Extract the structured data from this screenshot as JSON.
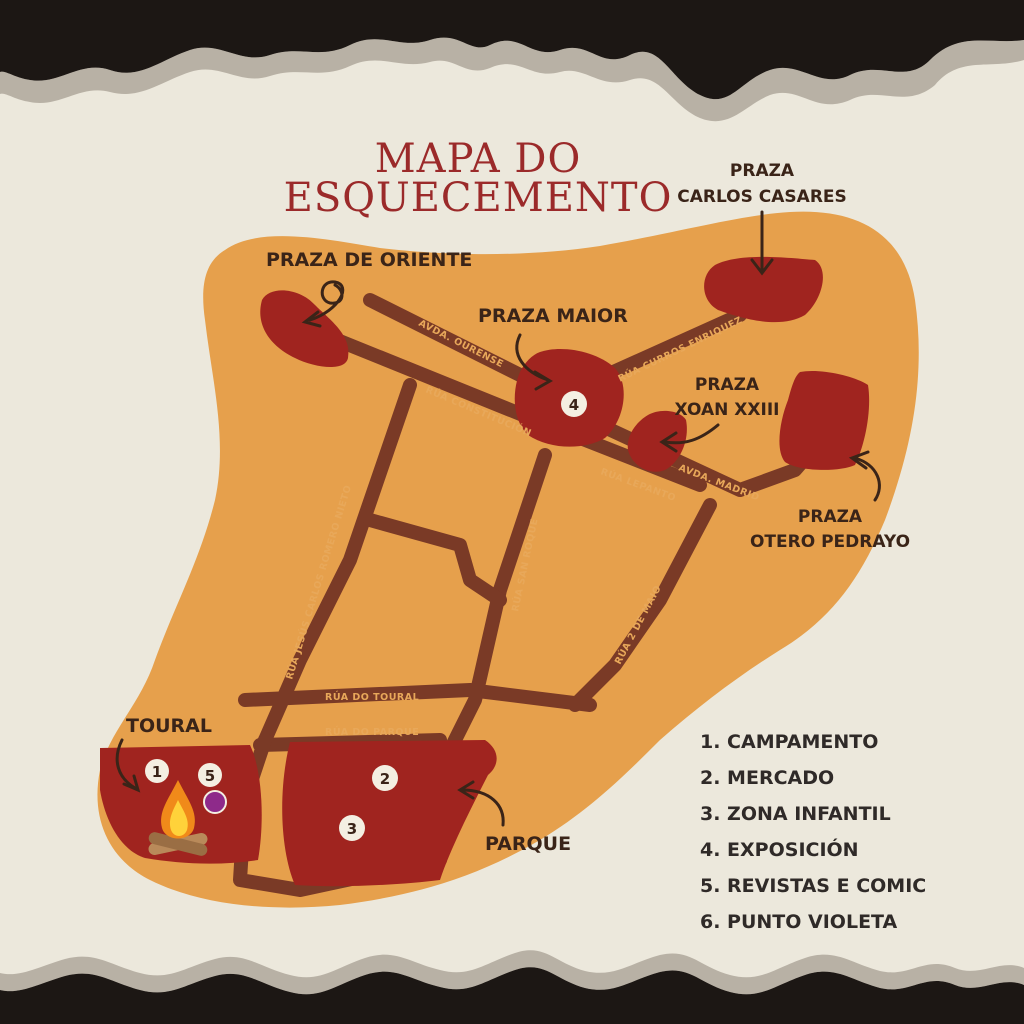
{
  "title": {
    "line1": "MAPA DO",
    "line2": "ESQUECEMENTO"
  },
  "colors": {
    "paper": "#ece8dc",
    "map_area": "#e6a04c",
    "street": "#7a3a26",
    "plaza": "#a0241f",
    "burn": "#1a1512",
    "text": "#3a2418",
    "title": "#9b2a2a",
    "marker_violet": "#8e2a8a"
  },
  "places": {
    "praza_de_oriente": "PRAZA DE ORIENTE",
    "praza_maior": "PRAZA MAIOR",
    "praza_carlos_casares_1": "PRAZA",
    "praza_carlos_casares_2": "CARLOS CASARES",
    "praza_xoan_1": "PRAZA",
    "praza_xoan_2": "XOAN XXIII",
    "praza_otero_1": "PRAZA",
    "praza_otero_2": "OTERO PEDRAYO",
    "toural": "TOURAL",
    "parque": "PARQUE"
  },
  "streets": {
    "avda_ourense": "AVDA. OURENSE",
    "rua_curros": "RÚA CURROS ENRIQUEZ",
    "rua_constitucion": "RÚA CONSTITUCIÓN",
    "rua_lepanto": "RÚA LEPANTO",
    "avda_madrid": "AVDA. MADRID",
    "rua_jesus": "RÚA JESÚS CARLOS ROMERO NIETO",
    "rua_san_roque": "RÚA SAN ROQUE",
    "rua_2_maio": "RÚA 2 DE MAIO",
    "rua_do_toural": "RÚA DO TOURAL",
    "rua_do_parque": "RÚA DO PARQUE"
  },
  "markers": {
    "m1": "1",
    "m2": "2",
    "m3": "3",
    "m4": "4",
    "m5": "5"
  },
  "legend": [
    "1. CAMPAMENTO",
    "2. MERCADO",
    "3. ZONA INFANTIL",
    "4. EXPOSICIÓN",
    "5. REVISTAS E COMIC",
    "6. PUNTO VIOLETA"
  ]
}
